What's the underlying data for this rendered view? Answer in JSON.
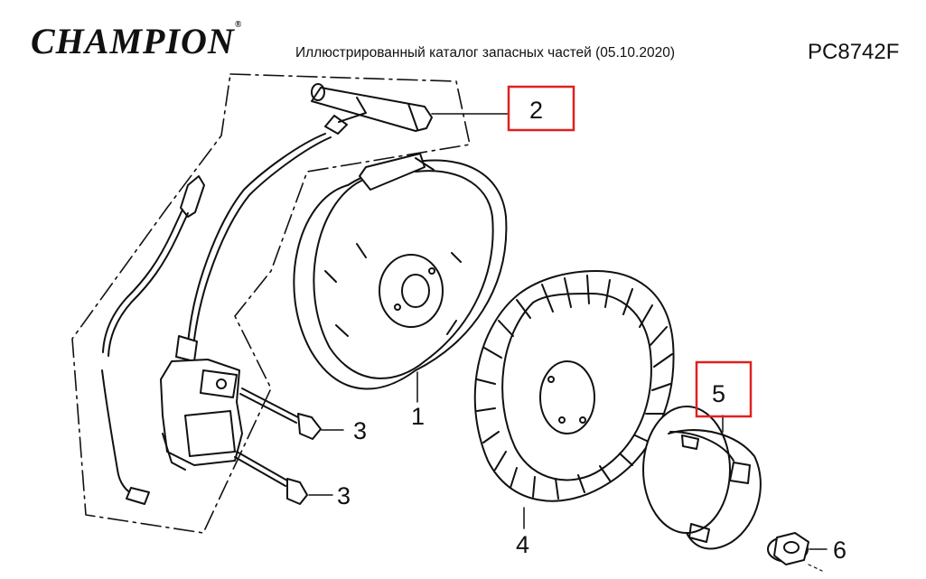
{
  "header": {
    "brand": "CHAMPION",
    "brand_mark": "®",
    "catalog_title": "Иллюстрированный каталог запасных частей (05.10.2020)",
    "model_code": "PC8742F"
  },
  "callouts": [
    {
      "label": "2",
      "highlighted": true
    },
    {
      "label": "5",
      "highlighted": true
    },
    {
      "label": "3",
      "highlighted": false
    },
    {
      "label": "3",
      "highlighted": false
    },
    {
      "label": "1",
      "highlighted": false
    },
    {
      "label": "4",
      "highlighted": false
    },
    {
      "label": "6",
      "highlighted": false
    }
  ],
  "colors": {
    "line": "#111111",
    "highlight_box": "#e02020",
    "background": "#ffffff"
  }
}
